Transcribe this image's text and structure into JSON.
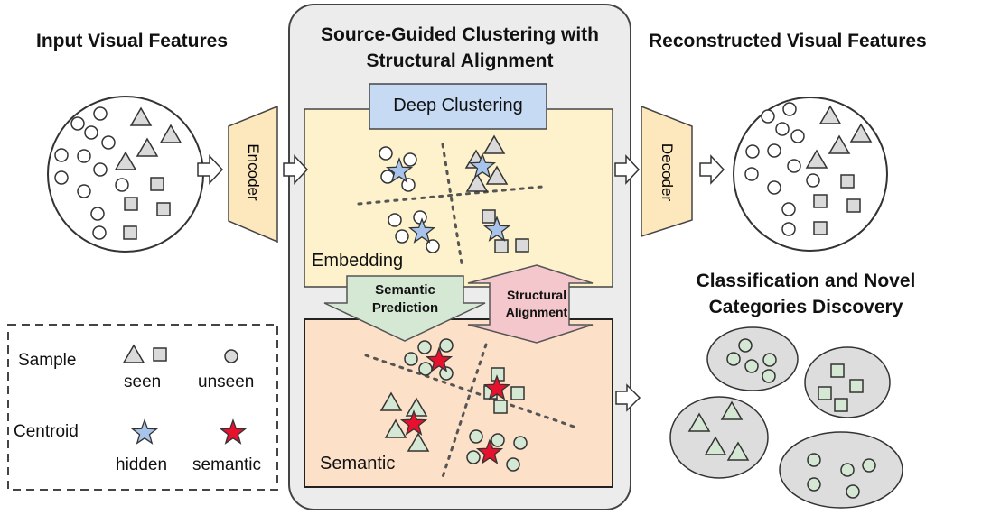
{
  "headings": {
    "input": "Input Visual Features",
    "middle_line1": "Source-Guided Clustering with",
    "middle_line2": "Structural Alignment",
    "reconstructed": "Reconstructed Visual Features",
    "classification_line1": "Classification and Novel",
    "classification_line2": "Categories Discovery"
  },
  "labels": {
    "encoder": "Encoder",
    "decoder": "Decoder",
    "deep_clustering": "Deep Clustering",
    "embedding": "Embedding",
    "semantic": "Semantic",
    "semantic_prediction_line1": "Semantic",
    "semantic_prediction_line2": "Prediction",
    "structural_alignment_line1": "Structural",
    "structural_alignment_line2": "Alignment"
  },
  "legend": {
    "sample": "Sample",
    "seen": "seen",
    "unseen": "unseen",
    "centroid": "Centroid",
    "hidden": "hidden",
    "semantic": "semantic"
  },
  "colors": {
    "panel_bg": "#ececec",
    "embedding_bg": "#fdf2cc",
    "semantic_bg": "#fde0c8",
    "deep_clustering_bg": "#c6daf4",
    "encoder_bg": "#fde8be",
    "semantic_arrow": "#d5e8d4",
    "structural_arrow": "#f4c7cc",
    "hidden_star": "#a9c4eb",
    "semantic_star": "#e8112d",
    "gray_shape": "#dadada",
    "green_shape": "#d5e8d4",
    "cluster_bg": "#dddddd"
  }
}
